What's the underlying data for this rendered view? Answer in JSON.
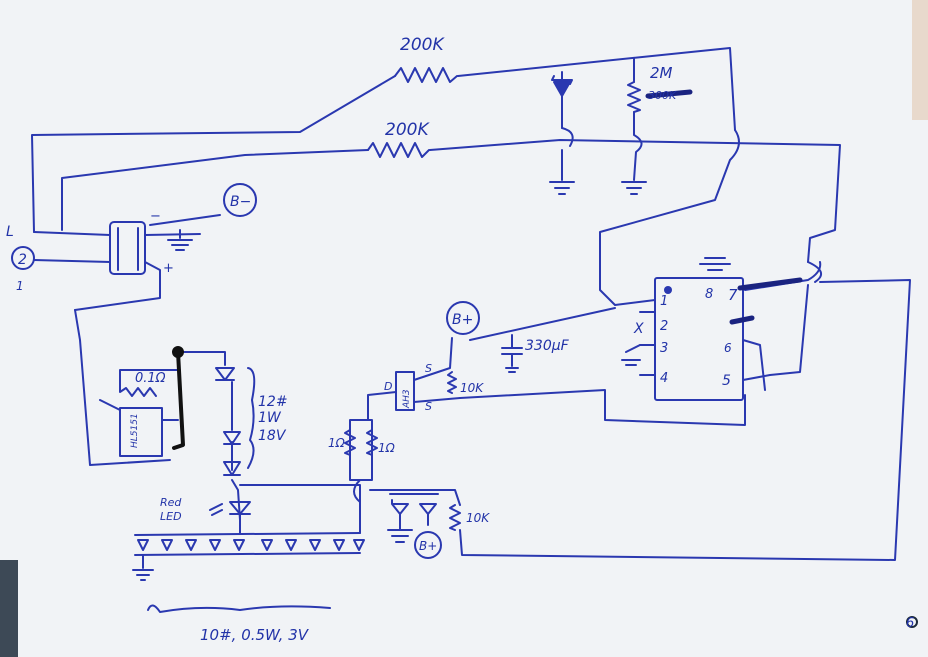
{
  "colors": {
    "ink": "#2a38b0",
    "paper": "#f1f3f6",
    "marker": "#111111",
    "background": "#1d2a3a"
  },
  "labels": {
    "r_top": "200K",
    "r_mid": "200K",
    "r_2m": "2M",
    "r_2m_struck": "300K",
    "batt_neg": "B−",
    "batt_pos_1": "B+",
    "batt_pos_2": "B+",
    "coil_L": "L",
    "coil_2": "2",
    "coil_1": "1",
    "term_minus": "−",
    "term_plus": "+",
    "r_sense": "0.1Ω",
    "driver_chip": "HL5151",
    "led_chain": "12#",
    "led_power": "1W",
    "led_voltage": "18V",
    "cap": "330µF",
    "mosfet": "AH3",
    "mosfet_d": "D",
    "mosfet_s1": "S",
    "mosfet_s2": "S",
    "r_10k_1": "10K",
    "r_1ohm_a": "1Ω",
    "r_1ohm_b": "1Ω",
    "r_10k_2": "10K",
    "red_led": "Red",
    "red_led_2": "LED",
    "led_row_count": "10#, 0.5W, 3V",
    "ic_pin1": "1",
    "ic_pin2": "2",
    "ic_pin3": "3",
    "ic_pin4": "4",
    "ic_pin5": "5",
    "ic_pin6": "6",
    "ic_pin7": "7",
    "ic_pin8": "8",
    "ic_x": "X",
    "page_number": "6"
  }
}
